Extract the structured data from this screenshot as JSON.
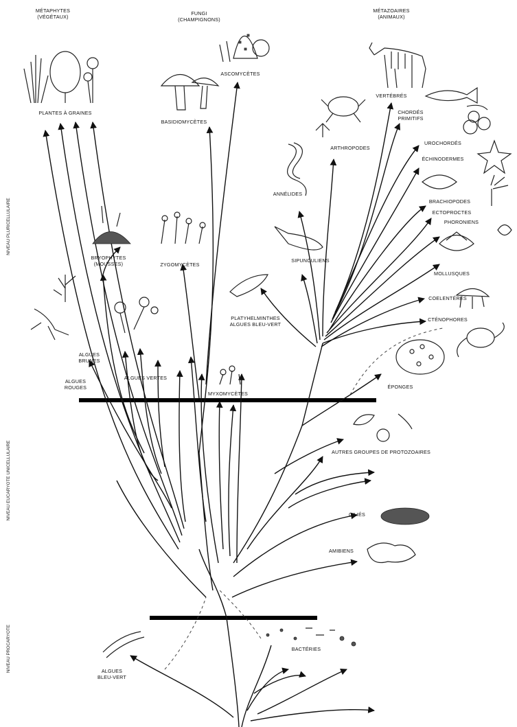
{
  "kingdoms": {
    "metaphytes": "MÉTAPHYTES",
    "metaphytes_sub": "(VÉGÉTAUX)",
    "fungi": "FUNGI",
    "fungi_sub": "(CHAMPIGNONS)",
    "metazoaires": "MÉTAZOAIRES",
    "metazoaires_sub": "(ANIMAUX)"
  },
  "levels": {
    "pluricellulaire": "NIVEAU PLURICELLULAIRE",
    "unicellulaire": "NIVEAU EUCARYOTE UNICELLULAIRE",
    "procaryote": "NIVEAU PROCARYOTE"
  },
  "labels": {
    "plantes_a_graines": "PLANTES À GRAINES",
    "basidiomycetes": "BASIDIOMYCÈTES",
    "ascomycetes": "ASCOMYCÈTES",
    "vertebres": "VERTÉBRÉS",
    "chordes_1": "CHORDÉS",
    "chordes_2": "PRIMITIFS",
    "arthropodes": "ARTHROPODES",
    "urochordes": "UROCHORDÉS",
    "echinodermes": "ÉCHINODERMES",
    "annelides": "ANNÉLIDES",
    "brachiopodes": "BRACHIOPODES",
    "ectoproctes": "ECTOPROCTES",
    "phoroniens": "PHORONIENS",
    "bryophytes_1": "BRYOPHYTES",
    "bryophytes_2": "(MOUSSES)",
    "zygomycetes": "ZYGOMYCÈTES",
    "sipunculiens": "SIPUNCULIENS",
    "mollusques": "MOLLUSQUES",
    "coelenteres": "COELENTÉRÉS",
    "ctenophores": "CTÉNOPHORES",
    "platy_1": "PLATYHELMINTHES",
    "platy_2": "ALGUES BLEU-VERT",
    "algues_brunes_1": "ALGUES",
    "algues_brunes_2": "BRUNES",
    "algues_vertes": "ALGUES VERTES",
    "algues_rouges_1": "ALGUES",
    "algues_rouges_2": "ROUGES",
    "myxomycetes": "MYXOMYCÈTES",
    "eponges": "ÉPONGES",
    "autres_protozoaires": "AUTRES GROUPES DE PROTOZOAIRES",
    "cilies": "CILIÉS",
    "amibiens": "AMIBIENS",
    "bacteries": "BACTÉRIES",
    "algues_bv_1": "ALGUES",
    "algues_bv_2": "BLEU-VERT"
  }
}
